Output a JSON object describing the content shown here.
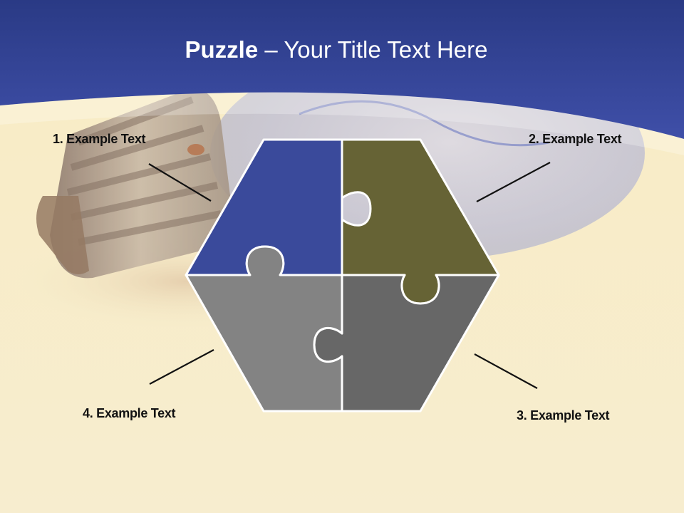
{
  "slide": {
    "title_bold": "Puzzle",
    "title_rest": "– Your Title Text Here"
  },
  "puzzle": {
    "pieces": [
      {
        "label": "1. Example Text",
        "color": "#3a4a9b"
      },
      {
        "label": "2. Example Text",
        "color": "#666335"
      },
      {
        "label": "3. Example Text",
        "color": "#676767"
      },
      {
        "label": "4. Example Text",
        "color": "#838383"
      }
    ]
  },
  "colors": {
    "header_blue": "#2f3f90",
    "background_cream": "#f6ecca",
    "piece_outline": "#ffffff",
    "text": "#111111"
  }
}
